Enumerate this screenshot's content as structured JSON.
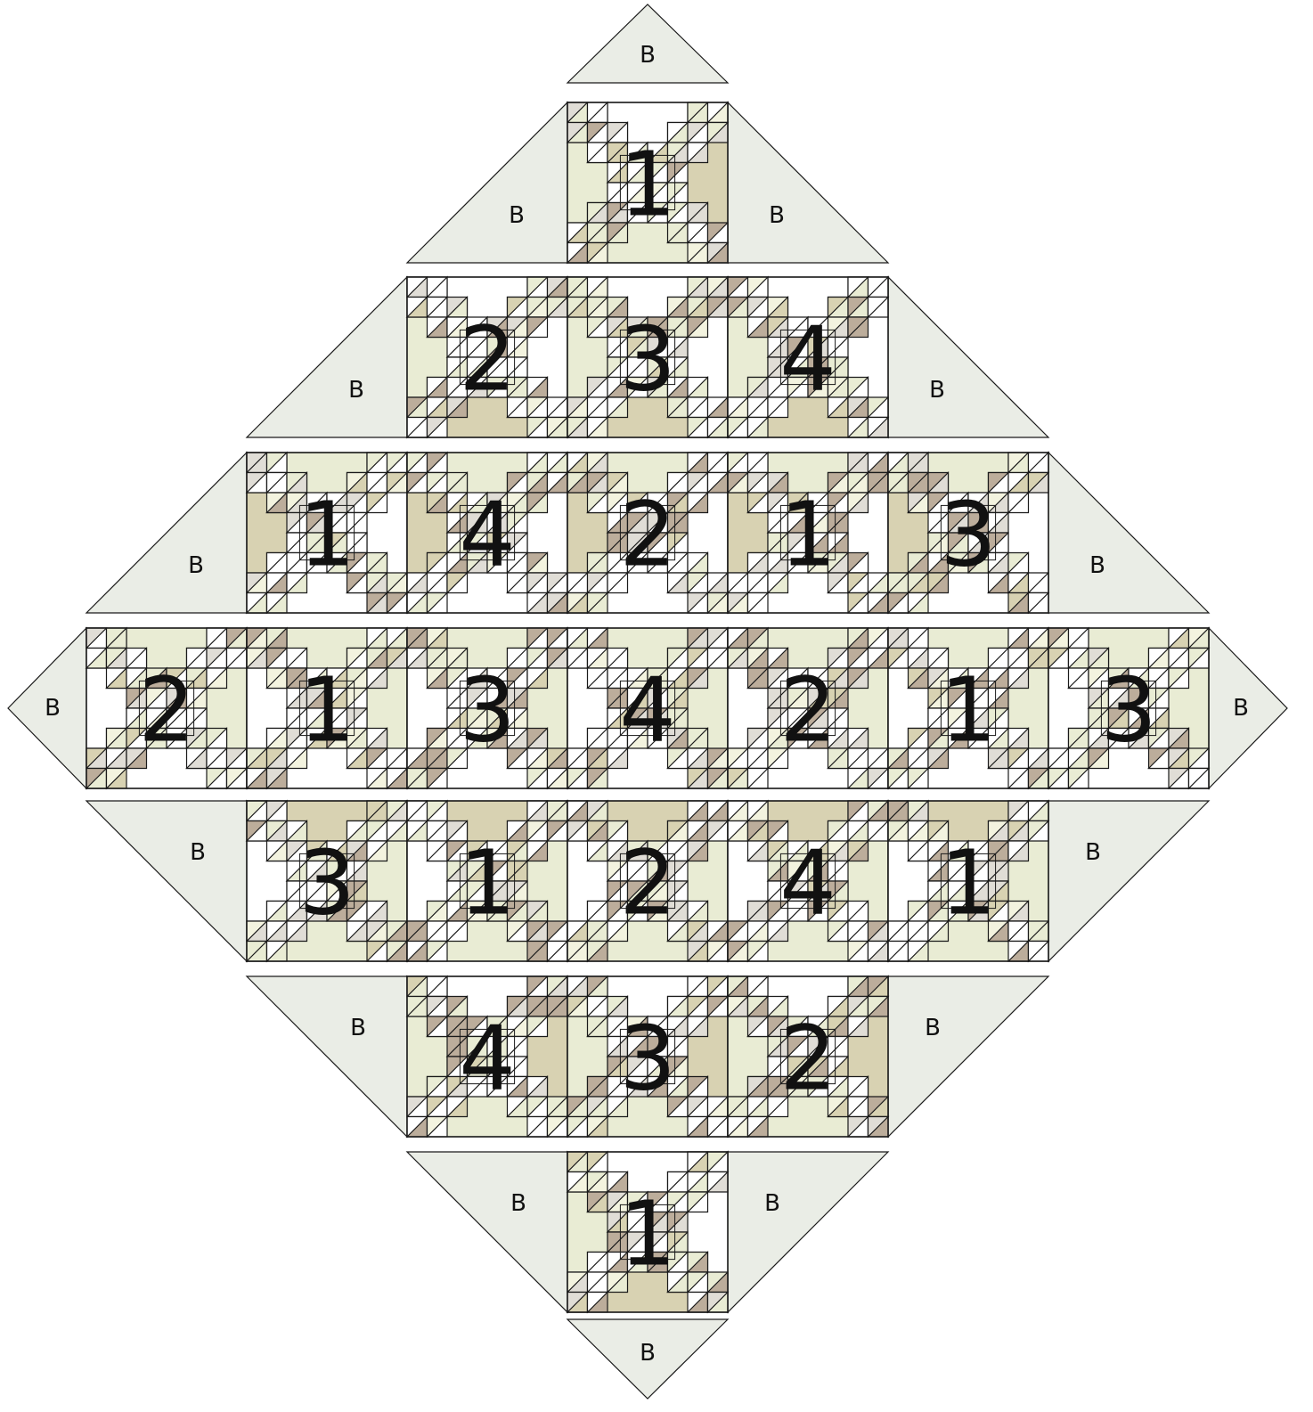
{
  "colors": {
    "background": "#ffffff",
    "outline": "#1a1a1a",
    "setting_triangle": "#eaede6",
    "block_fabrics": [
      "#ffffff",
      "#e9ecd4",
      "#d8d2b2",
      "#bcad9b",
      "#e0ddd6",
      "#f3f3df"
    ],
    "label": "#111111"
  },
  "setting_triangle_label": "B",
  "rows": [
    {
      "left_label": "",
      "blocks": [],
      "right_label": "",
      "top_cap_label": "B"
    },
    {
      "left_label": "B",
      "blocks": [
        "1"
      ],
      "right_label": "B"
    },
    {
      "left_label": "B",
      "blocks": [
        "2",
        "3",
        "4"
      ],
      "right_label": "B"
    },
    {
      "left_label": "B",
      "blocks": [
        "1",
        "4",
        "2",
        "1",
        "3"
      ],
      "right_label": "B"
    },
    {
      "left_label": "B",
      "blocks": [
        "2",
        "1",
        "3",
        "4",
        "2",
        "1",
        "3"
      ],
      "right_label": "B"
    },
    {
      "left_label": "B",
      "blocks": [
        "3",
        "1",
        "2",
        "4",
        "1"
      ],
      "right_label": "B"
    },
    {
      "left_label": "B",
      "blocks": [
        "4",
        "3",
        "2"
      ],
      "right_label": "B"
    },
    {
      "left_label": "B",
      "blocks": [
        "1"
      ],
      "right_label": "B"
    },
    {
      "left_label": "",
      "blocks": [],
      "right_label": "",
      "bottom_cap_label": "B"
    }
  ]
}
